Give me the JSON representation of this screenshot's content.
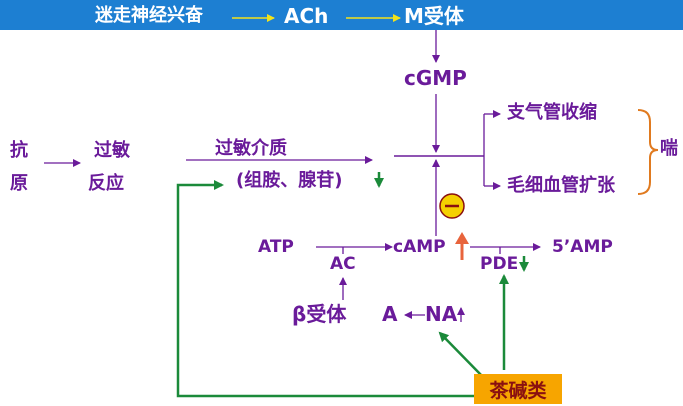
{
  "header": {
    "vagus": "迷走神经兴奋",
    "ach": "ACh",
    "m_receptor": "M受体"
  },
  "nodes": {
    "cgmp": "cGMP",
    "bronchus": "支气管收缩",
    "capillary": "毛细血管扩张",
    "asthma": "喘",
    "antigen_1": "抗",
    "antigen_2": "原",
    "allergy_1": "过敏",
    "allergy_2": "反应",
    "mediator": "过敏介质",
    "mediator_examples": "(组胺、腺苷)",
    "atp": "ATP",
    "ac": "AC",
    "camp": "cAMP",
    "pde": "PDE",
    "amp": "5’AMP",
    "beta_receptor": "β受体",
    "a": "A",
    "na": "NA",
    "theophylline": "茶碱类"
  },
  "colors": {
    "header_bg": "#1d7fd2",
    "text": "#6a1b9a",
    "green_arrow": "#1b8a3a",
    "orange_arrow": "#e8643c",
    "brace": "#e07a1f",
    "inhibitor_fill": "#f5d000",
    "theophylline_bg": "#f7a500"
  }
}
